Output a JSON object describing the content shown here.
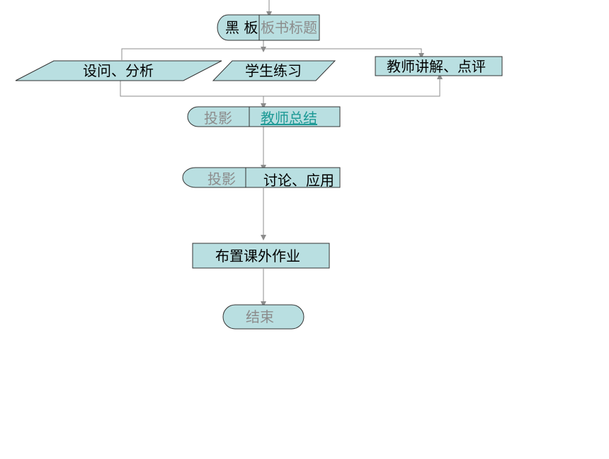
{
  "colors": {
    "shape_fill": "#b9dfe1",
    "shape_stroke": "#333333",
    "connector": "#8c8c8c",
    "text_black": "#000000",
    "text_gray": "#8c8c8c",
    "text_link": "#1e9a96"
  },
  "nodes": {
    "blackboard": {
      "left": "黑 板",
      "right": "板书标题"
    },
    "question": "设问、分析",
    "practice": "学生练习",
    "teacher_explain": "教师讲解、点评",
    "summary": {
      "left": "投影",
      "right": "教师总结"
    },
    "discuss": {
      "left": "投影",
      "right": "讨论、应用"
    },
    "homework": "布置课外作业",
    "end": "结束"
  }
}
